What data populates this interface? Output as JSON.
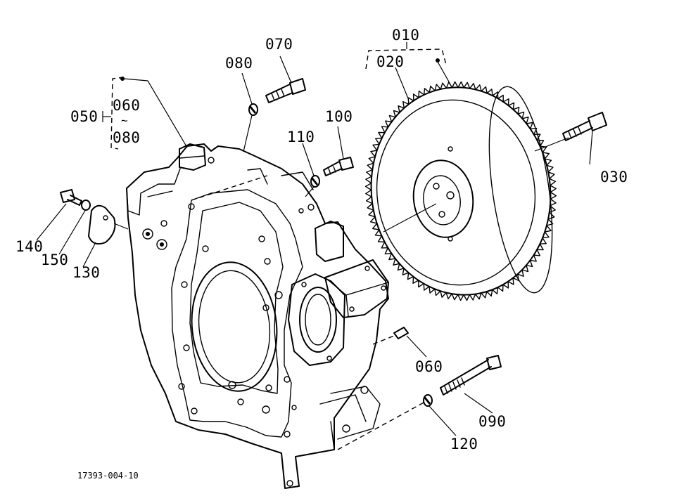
{
  "diagram": {
    "type": "exploded parts diagram",
    "drawing_number": "17393-004-10",
    "callouts": {
      "c010": "010",
      "c020": "020",
      "c030": "030",
      "c050": "050",
      "c060a": "060",
      "c060_tilde": "~",
      "c080a": "080",
      "c060b": "060",
      "c070": "070",
      "c080b": "080",
      "c090": "090",
      "c100": "100",
      "c110": "110",
      "c120": "120",
      "c130": "130",
      "c140": "140",
      "c150": "150"
    }
  }
}
